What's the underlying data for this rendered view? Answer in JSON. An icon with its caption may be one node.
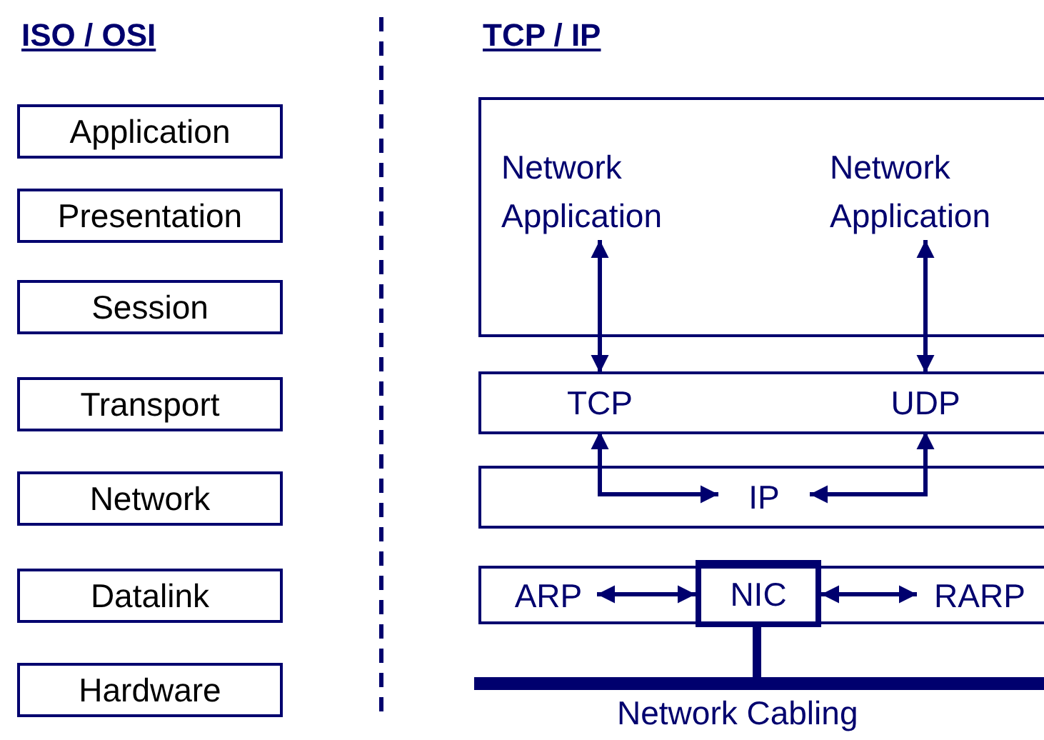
{
  "diagram": {
    "nodes": [
      {
        "text": [
          "Application"
        ]
      },
      {
        "text": [
          "Presentation"
        ]
      },
      {
        "text": [
          "Session"
        ]
      },
      {
        "text": [
          "Transport"
        ]
      },
      {
        "text": [
          "Network"
        ]
      },
      {
        "text": [
          "Datalink"
        ]
      },
      {
        "text": [
          "Hardware"
        ]
      },
      {
        "text": [],
        "shape": "box"
      },
      {
        "text": [
          "Network Application"
        ],
        "in": 7
      },
      {
        "text": [
          "Network Application"
        ],
        "in": 7
      },
      {
        "text": [],
        "shape": "box"
      },
      {
        "text": [
          "TCP"
        ],
        "in": 10
      },
      {
        "text": [
          "UDP"
        ],
        "in": 10
      },
      {
        "text": [],
        "shape": "box"
      },
      {
        "text": [
          "IP"
        ],
        "in": 13
      },
      {
        "text": [],
        "shape": "box"
      },
      {
        "text": [
          "ARP"
        ],
        "in": 15
      },
      {
        "text": [
          "NIC"
        ],
        "in": 15
      },
      {
        "text": [
          "RARP"
        ],
        "in": 15
      },
      {
        "text": [],
        "shape": "bar",
        "beside": [
          "Network Cabling"
        ]
      }
    ],
    "edges": [
      {
        "from": 8,
        "to": 11,
        "arrow": "both"
      },
      {
        "from": 9,
        "to": 12,
        "arrow": "both"
      },
      {
        "from": 11,
        "to": 14,
        "arrow": "both"
      },
      {
        "from": 12,
        "to": 14,
        "arrow": "both"
      },
      {
        "from": 16,
        "to": 17,
        "arrow": "both"
      },
      {
        "from": 17,
        "to": 18,
        "arrow": "both"
      },
      {
        "from": 17,
        "to": 19,
        "arrow": "none",
        "style": "thick"
      }
    ],
    "labels": [
      "ISO / OSI",
      "TCP / IP"
    ]
  }
}
